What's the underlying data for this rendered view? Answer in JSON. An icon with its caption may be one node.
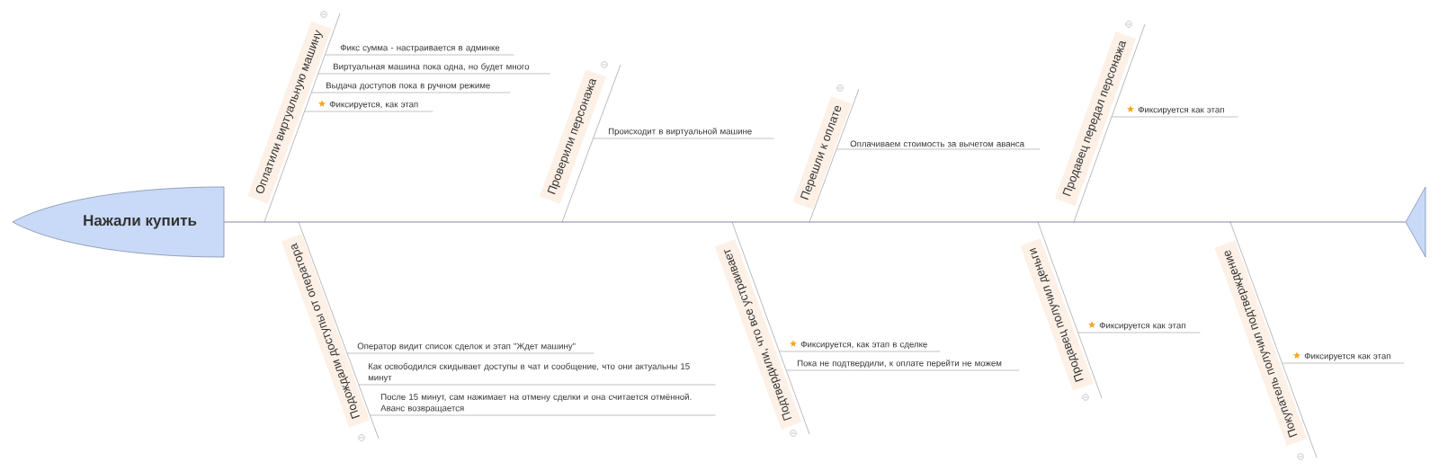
{
  "diagram": {
    "nodes": [
      {
        "text": [
          "Нажали купить"
        ]
      },
      {
        "text": [
          "Оплатили виртуальную машину"
        ]
      },
      {
        "text": [
          "Фикс сумма - настраивается в админке"
        ]
      },
      {
        "text": [
          "Виртуальная машина пока одна, но будет много"
        ]
      },
      {
        "text": [
          "Выдача доступов пока в ручном режиме"
        ]
      },
      {
        "text": [
          "Фиксируется, как этап"
        ]
      },
      {
        "text": [
          "Проверили персонажа"
        ]
      },
      {
        "text": [
          "Происходит в виртуальной машине"
        ]
      },
      {
        "text": [
          "Перешли к оплате"
        ]
      },
      {
        "text": [
          "Оплачиваем стоимость за вычетом аванса"
        ]
      },
      {
        "text": [
          "Продавец передал персонажа"
        ]
      },
      {
        "text": [
          "Фиксируется как этап"
        ]
      },
      {
        "text": [
          "Подождали доступы от оператора"
        ]
      },
      {
        "text": [
          "Оператор видит список сделок и этап \"Ждет машину\""
        ]
      },
      {
        "text": [
          "Как освободился скидывает доступы в чат и сообщение, что они актуальны 15 минут"
        ]
      },
      {
        "text": [
          "После 15 минут, сам нажимает на отмену сделки и она считается отмённой. Аванс возвращается"
        ]
      },
      {
        "text": [
          "Подтвердили, что все устраивает"
        ]
      },
      {
        "text": [
          "Фиксируется, как этап в сделке"
        ]
      },
      {
        "text": [
          "Пока не подтвердили, к оплате перейти не можем"
        ]
      },
      {
        "text": [
          "Продавец получил деньги"
        ]
      },
      {
        "text": [
          "Фиксируется как этап"
        ]
      },
      {
        "text": [
          "Покупатель получил подтверждение"
        ]
      },
      {
        "text": [
          "Фиксируется как этап"
        ]
      },
      {
        "text": [],
        "shape": "triangle"
      }
    ],
    "edges": [
      {
        "from": 0,
        "to": 23,
        "arrow": "none"
      },
      {
        "from": 2,
        "to": 1,
        "arrow": "none"
      },
      {
        "from": 3,
        "to": 1,
        "arrow": "none"
      },
      {
        "from": 4,
        "to": 1,
        "arrow": "none"
      },
      {
        "from": 5,
        "to": 1,
        "arrow": "none"
      },
      {
        "from": 7,
        "to": 6,
        "arrow": "none"
      },
      {
        "from": 9,
        "to": 8,
        "arrow": "none"
      },
      {
        "from": 11,
        "to": 10,
        "arrow": "none"
      },
      {
        "from": 13,
        "to": 12,
        "arrow": "none"
      },
      {
        "from": 14,
        "to": 12,
        "arrow": "none"
      },
      {
        "from": 15,
        "to": 12,
        "arrow": "none"
      },
      {
        "from": 17,
        "to": 16,
        "arrow": "none"
      },
      {
        "from": 18,
        "to": 16,
        "arrow": "none"
      },
      {
        "from": 20,
        "to": 19,
        "arrow": "none"
      },
      {
        "from": 22,
        "to": 21,
        "arrow": "none"
      }
    ]
  }
}
